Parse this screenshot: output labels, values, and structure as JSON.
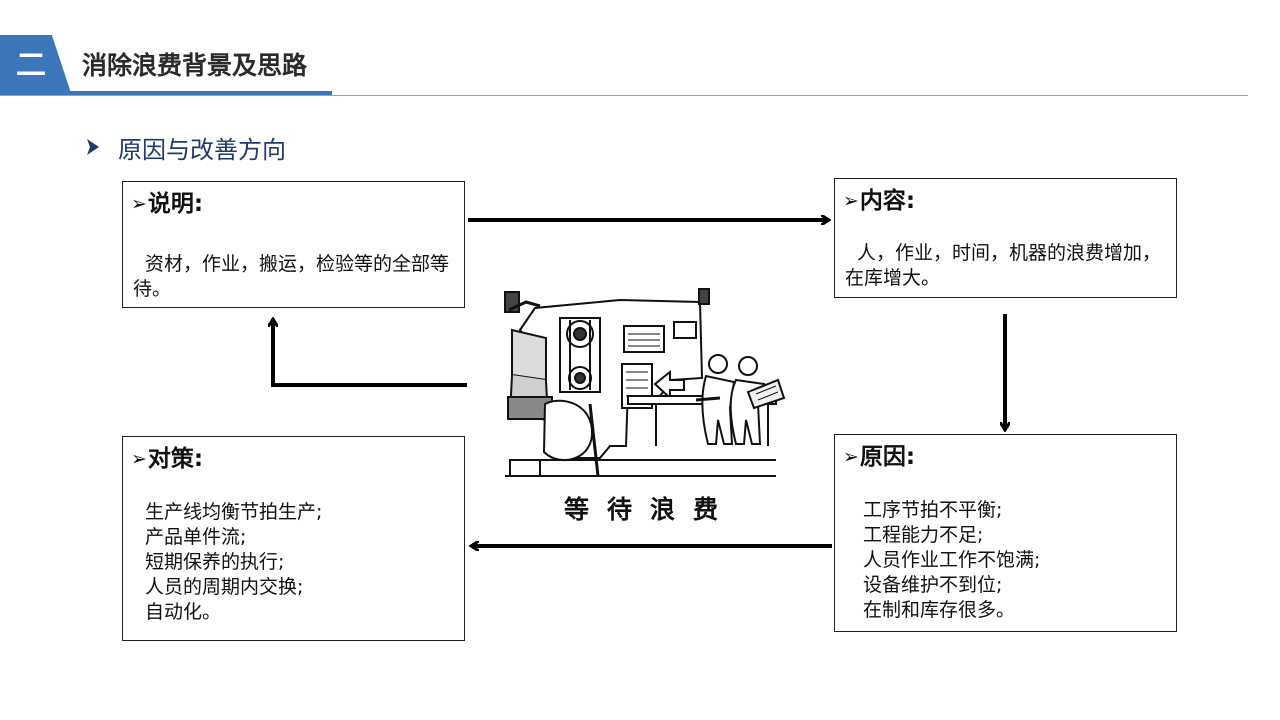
{
  "header": {
    "section_number": "二",
    "title": "消除浪费背景及思路"
  },
  "subtitle": "原因与改善方向",
  "boxes": {
    "shuoming": {
      "title": "说明:",
      "body": "资材，作业，搬运，检验等的全部等待。"
    },
    "neirong": {
      "title": "内容:",
      "body": "人，作业，时间，机器的浪费增加，在库增大。"
    },
    "yuanyin": {
      "title": "原因:",
      "lines": [
        "工序节拍不平衡;",
        "工程能力不足;",
        "人员作业工作不饱满;",
        "设备维护不到位;",
        "在制和库存很多。"
      ]
    },
    "duice": {
      "title": "对策:",
      "lines": [
        "生产线均衡节拍生产;",
        "产品单件流;",
        "短期保养的执行;",
        "人员的周期内交换;",
        "自动化。"
      ]
    }
  },
  "illustration": {
    "caption": "等待浪费"
  },
  "colors": {
    "accent_blue": "#3b76b8",
    "subtitle_navy": "#1f3a6e",
    "rule_gray": "#8fa2b6"
  }
}
